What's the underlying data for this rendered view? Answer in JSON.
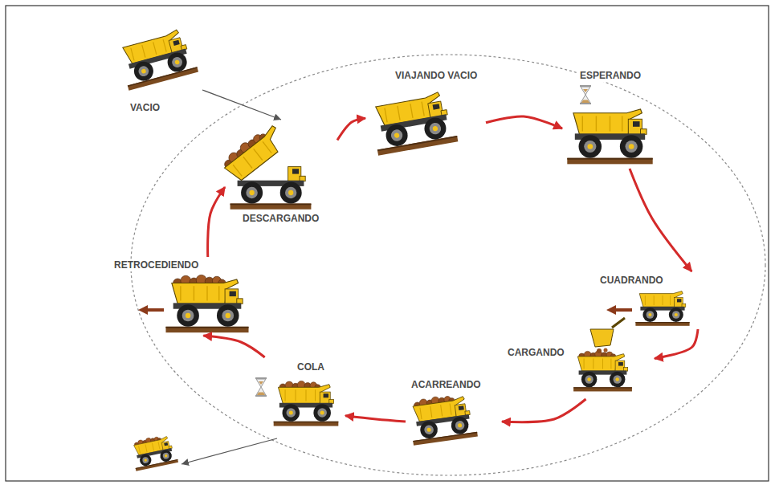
{
  "diagram": {
    "nodes": [
      {
        "text": [
          "VACIO"
        ]
      },
      {
        "text": [
          "VIAJANDO VACIO"
        ]
      },
      {
        "text": [
          "ESPERANDO"
        ]
      },
      {
        "text": [
          "CUADRANDO"
        ]
      },
      {
        "text": [
          "CARGANDO"
        ]
      },
      {
        "text": [
          "ACARREANDO"
        ]
      },
      {
        "text": [
          "COLA"
        ]
      },
      {
        "text": [
          "RETROCEDIENDO"
        ]
      },
      {
        "text": [
          "DESCARGANDO"
        ]
      }
    ],
    "edges": [
      {
        "from": 8,
        "to": 1,
        "arrow": "to"
      },
      {
        "from": 1,
        "to": 2,
        "arrow": "to"
      },
      {
        "from": 2,
        "to": 3,
        "arrow": "to"
      },
      {
        "from": 3,
        "to": 4,
        "arrow": "to"
      },
      {
        "from": 4,
        "to": 5,
        "arrow": "to"
      },
      {
        "from": 5,
        "to": 6,
        "arrow": "to"
      },
      {
        "from": 6,
        "to": 7,
        "arrow": "to"
      },
      {
        "from": 7,
        "to": 8,
        "arrow": "to"
      }
    ]
  }
}
